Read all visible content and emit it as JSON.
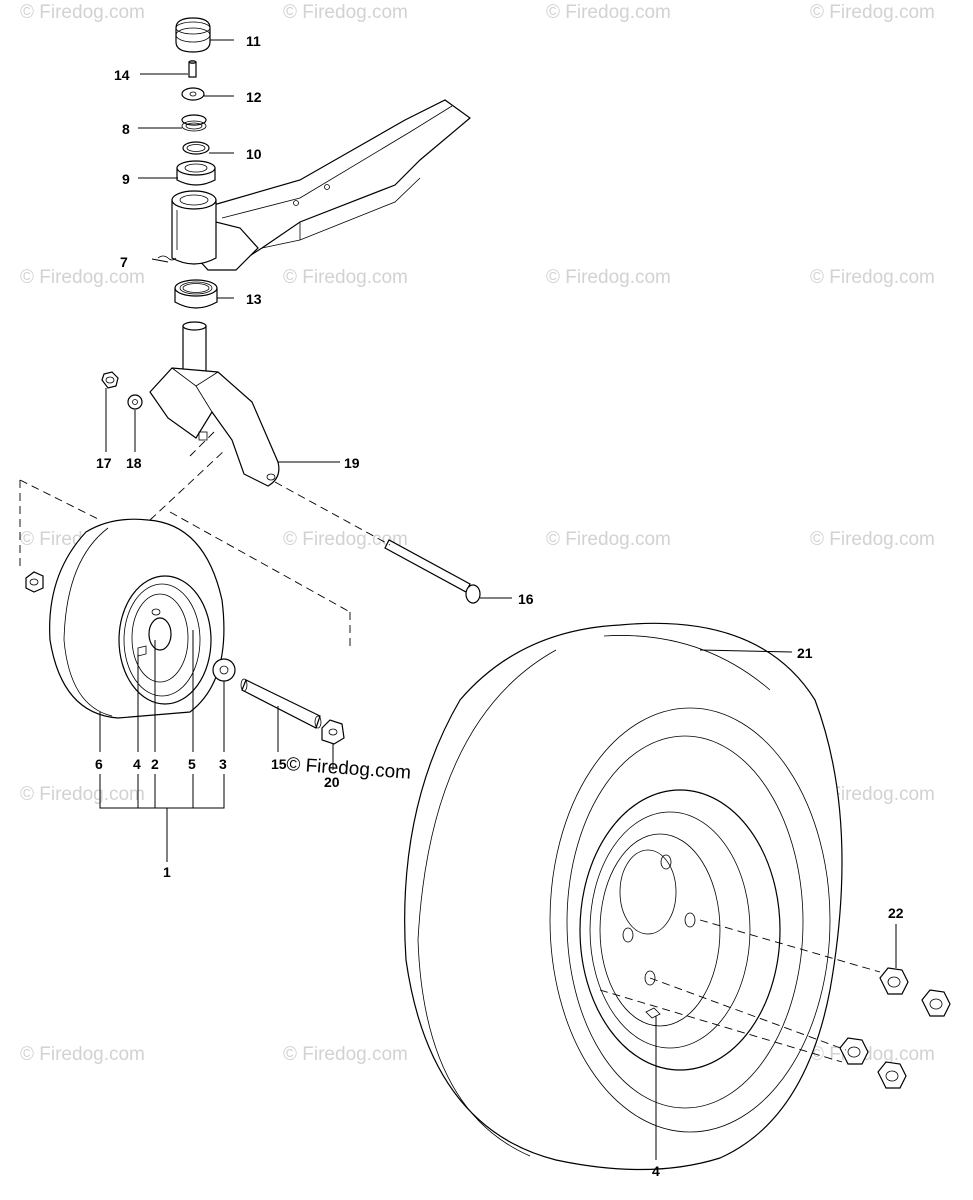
{
  "watermark": "© Firedog.com",
  "main_watermark": "© Firedog.com",
  "callouts": {
    "c1": "1",
    "c2": "2",
    "c3": "3",
    "c4a": "4",
    "c4b": "4",
    "c5": "5",
    "c6": "6",
    "c7": "7",
    "c8": "8",
    "c9": "9",
    "c10": "10",
    "c11": "11",
    "c12": "12",
    "c13": "13",
    "c14": "14",
    "c15": "15",
    "c16": "16",
    "c17": "17",
    "c18": "18",
    "c19": "19",
    "c20": "20",
    "c21": "21",
    "c22": "22"
  }
}
